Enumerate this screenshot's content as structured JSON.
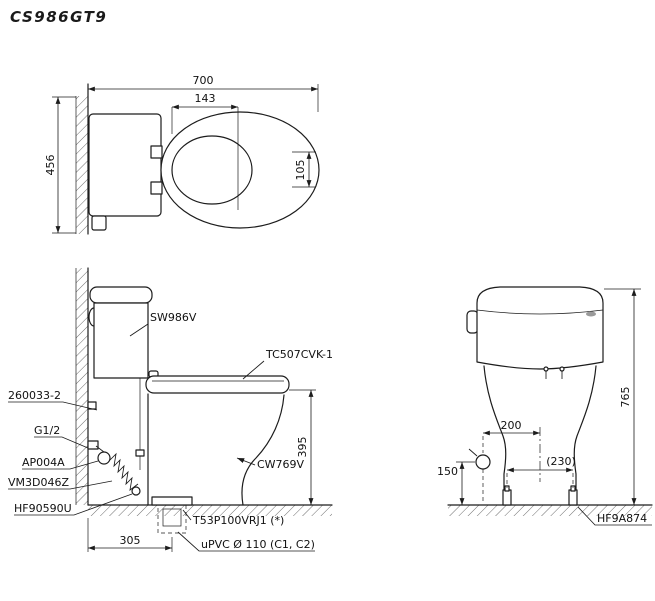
{
  "title": "CS986GT9",
  "colors": {
    "ink": "#1c1c1c",
    "background": "#ffffff"
  },
  "top_view": {
    "dim_depth": "700",
    "dim_seat_offset": "143",
    "dim_width": "456",
    "dim_waterspot": "105"
  },
  "side_view": {
    "dim_rim_height": "395",
    "dim_drain_offset": "305",
    "label_tank": "SW986V",
    "label_seat": "TC507CVK-1",
    "label_fixture": "260033-2",
    "label_supply_thread": "G1/2",
    "label_stop_valve": "AP004A",
    "label_hose": "VM3D046Z",
    "label_connector": "HF90590U",
    "label_bowl": "CW769V",
    "label_flange": "T53P100VRJ1 (*)",
    "label_drain_pipe": "uPVC Ø 110 (C1, C2)"
  },
  "front_view": {
    "dim_height": "765",
    "dim_supply_offset": "200",
    "dim_bolt_spacing": "(230)",
    "dim_supply_height": "150",
    "label_bolt_caps": "HF9A874"
  }
}
